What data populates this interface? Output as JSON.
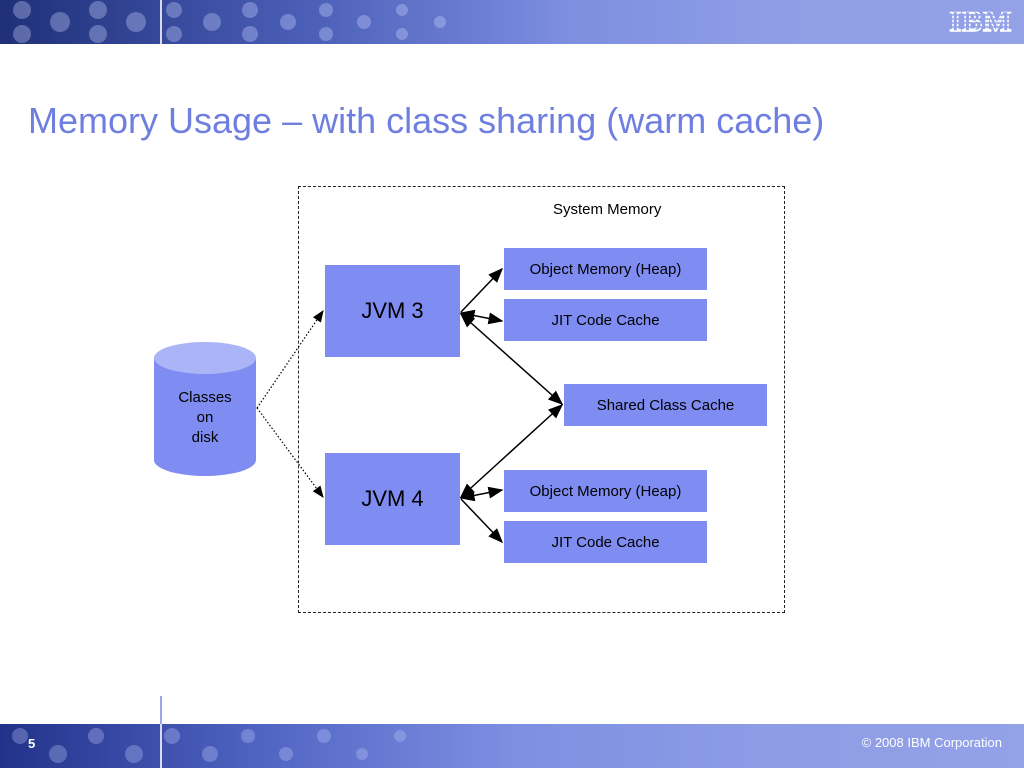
{
  "slide": {
    "title": "Memory Usage – with class sharing (warm cache)",
    "page_number": "5",
    "copyright": "© 2008 IBM Corporation",
    "logo_text": "IBM"
  },
  "diagram": {
    "system_memory_label": "System Memory",
    "classes_on_disk_lines": [
      "Classes",
      "on",
      "disk"
    ],
    "jvm_top": "JVM 3",
    "jvm_bottom": "JVM 4",
    "top_heap": "Object Memory (Heap)",
    "top_jit": "JIT Code Cache",
    "shared_cache": "Shared Class Cache",
    "bottom_heap": "Object Memory (Heap)",
    "bottom_jit": "JIT Code Cache"
  },
  "colors": {
    "box_fill": "#7f8cf2",
    "title": "#6f7fe0",
    "banner": "#93a1e7"
  }
}
